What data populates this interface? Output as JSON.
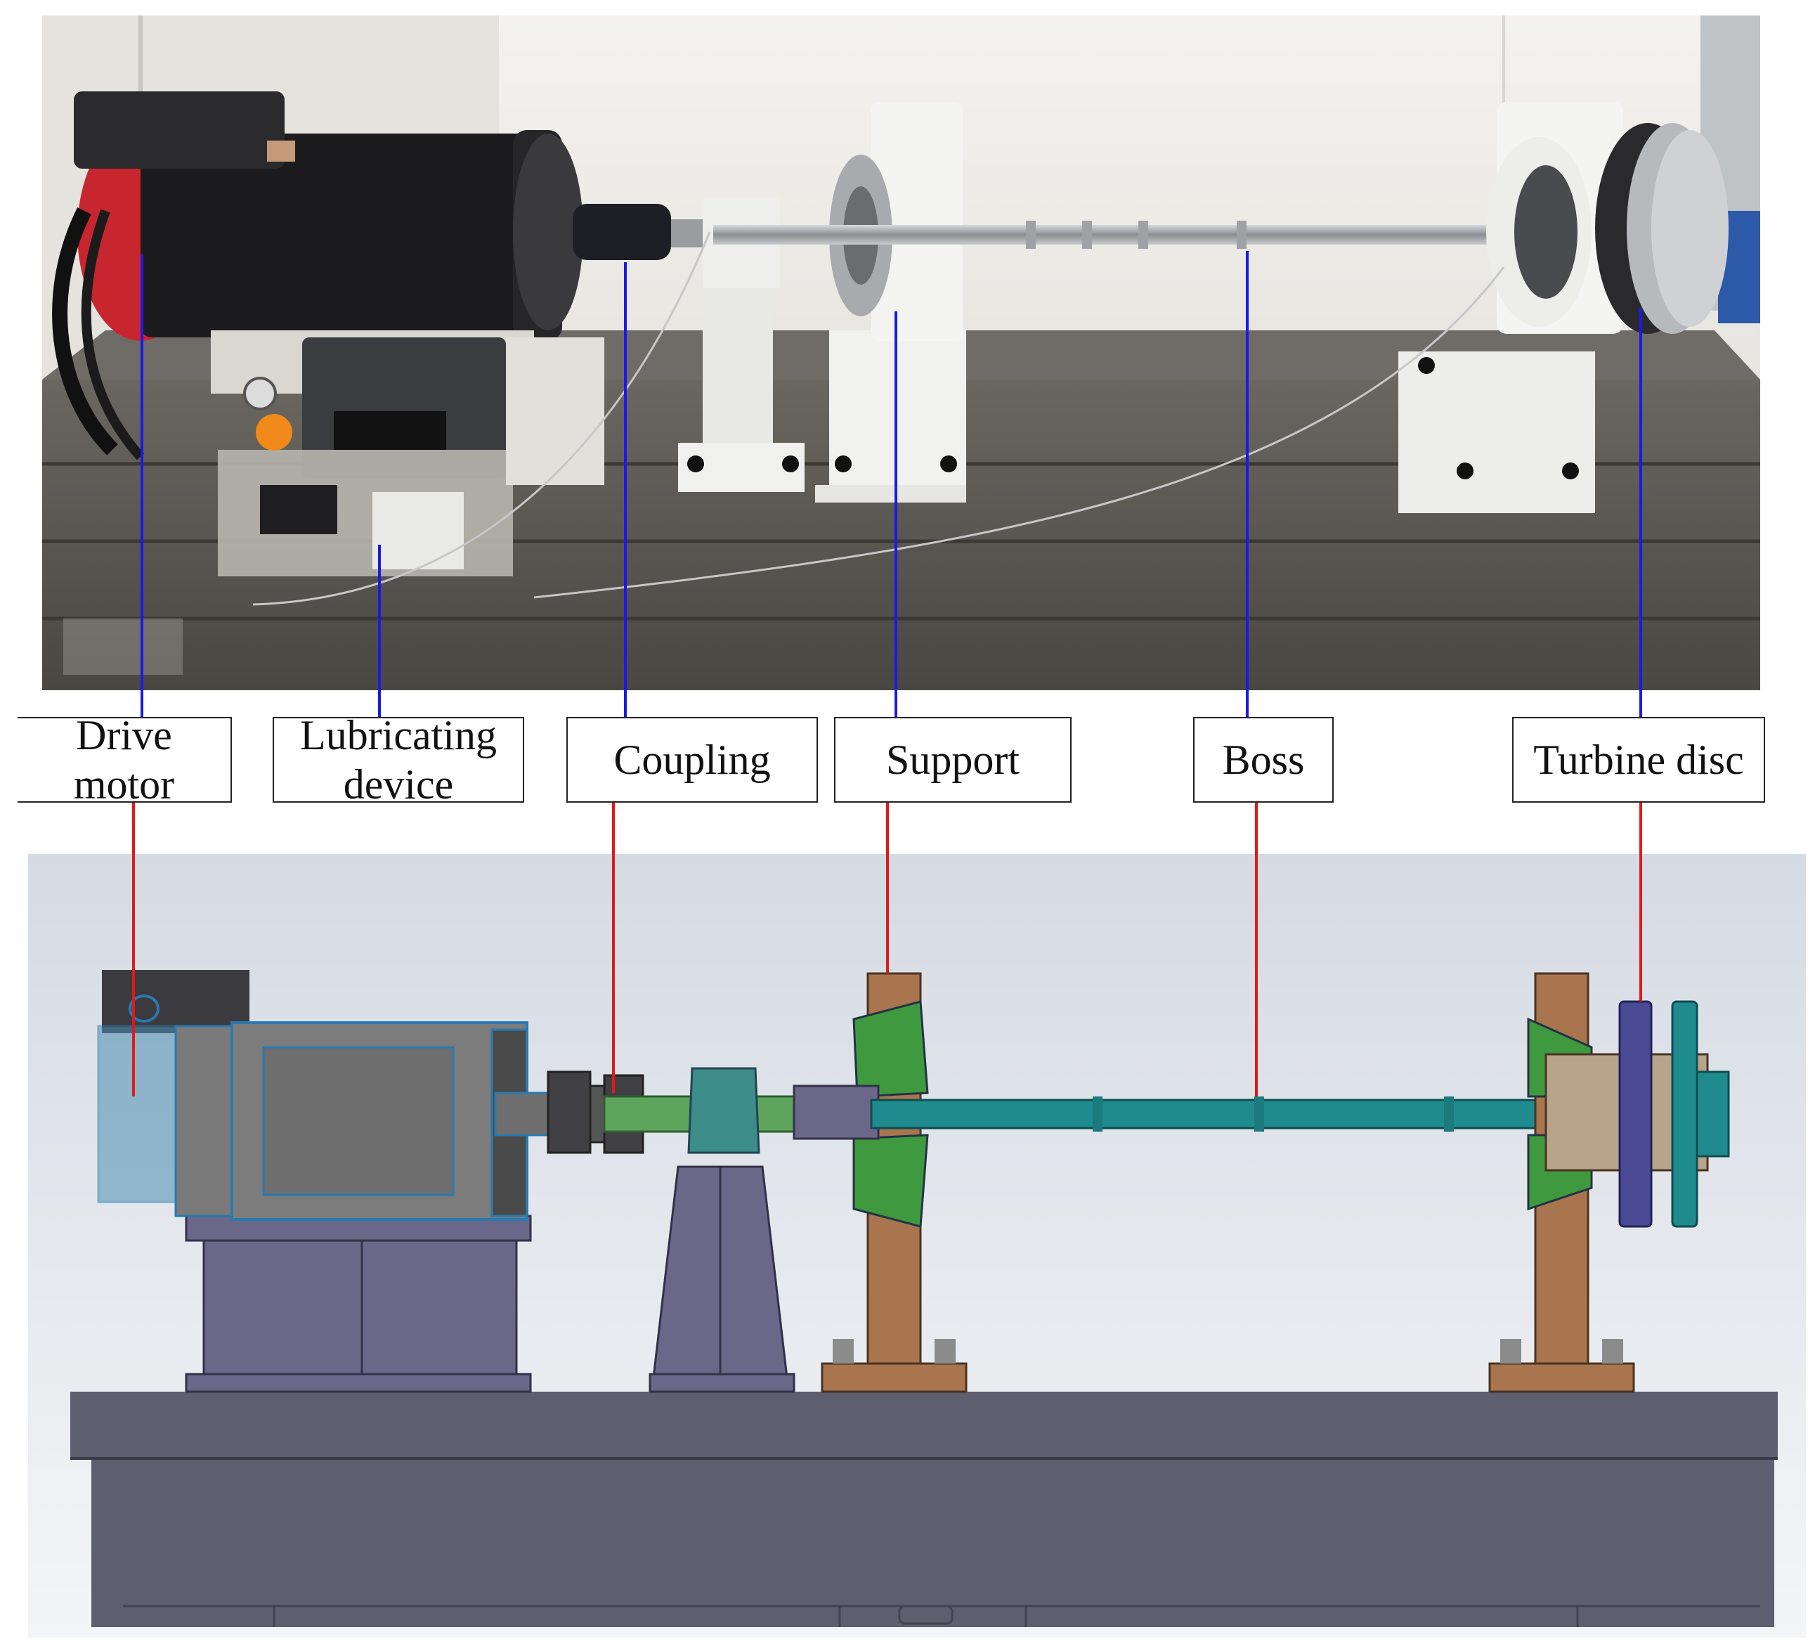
{
  "labels": [
    {
      "id": "drive-motor",
      "lines": [
        "Drive",
        "motor"
      ]
    },
    {
      "id": "lubricating-device",
      "lines": [
        "Lubricating",
        "device"
      ]
    },
    {
      "id": "coupling",
      "lines": [
        "Coupling"
      ]
    },
    {
      "id": "support",
      "lines": [
        "Support"
      ]
    },
    {
      "id": "boss",
      "lines": [
        "Boss"
      ]
    },
    {
      "id": "turbine-disc",
      "lines": [
        "Turbine disc"
      ]
    }
  ],
  "colors": {
    "photo_leader": "#1a1ae6",
    "model_leader": "#e01a1a",
    "bench": "#5d5e6e",
    "bench_mid": "#6a6b7c",
    "mount_purple": "#6b6788",
    "support_brown": "#a8754f",
    "shaft_teal": "#1f8b8f",
    "green_part": "#3f9a3f",
    "motor_gray": "#7c7c7c",
    "motor_outline": "#2a7ab0",
    "photo_wall": "#e9e7e2",
    "photo_table": "#5e5a55",
    "photo_white_part": "#f1f1ef",
    "photo_motor_black": "#1c1c1e",
    "photo_motor_red": "#c8262f"
  }
}
